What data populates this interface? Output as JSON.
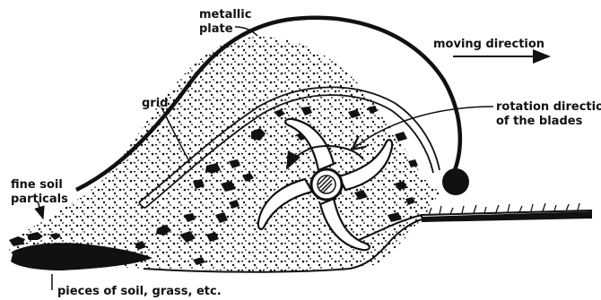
{
  "labels": {
    "metallic_line1": "metallic",
    "metallic_line2": "plate",
    "moving_direction": "moving direction",
    "grid": "grid",
    "rotation_line1": "rotation direction",
    "rotation_line2": "of the blades",
    "fine_soil_line1": "fine soil",
    "fine_soil_line2": "particals",
    "pieces": "pieces of soil, grass, etc."
  },
  "colors": {
    "ink": "#111111",
    "background": "#ffffff"
  }
}
